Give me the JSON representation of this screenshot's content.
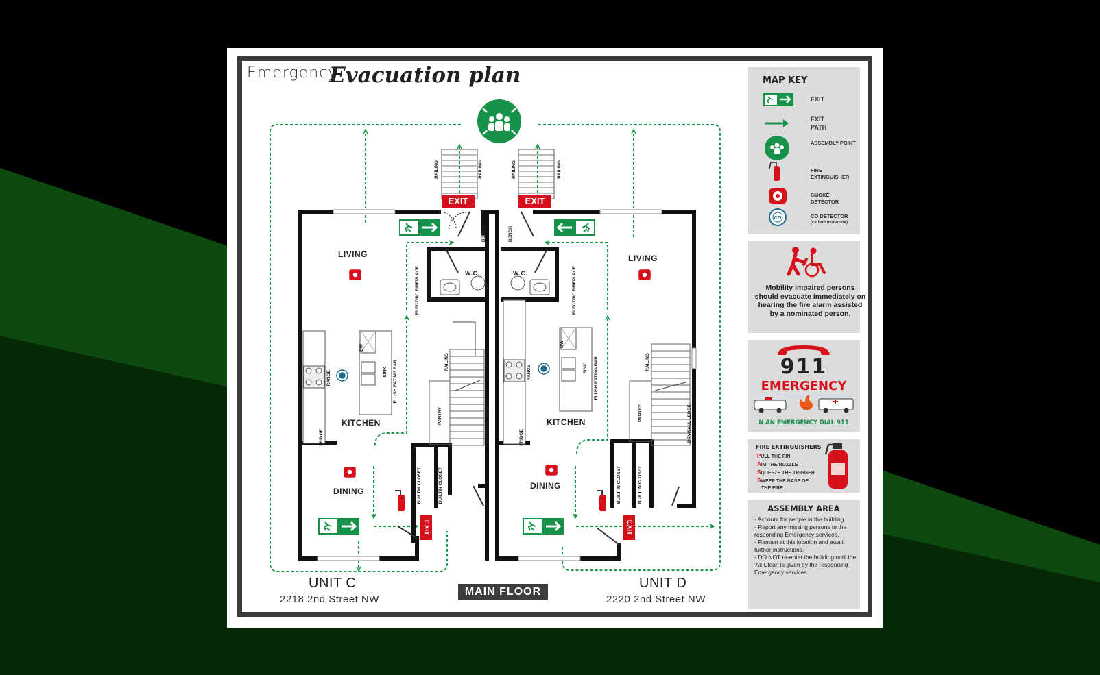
{
  "title": {
    "part1": "Emergency",
    "part2": "Evacuation plan"
  },
  "units": [
    {
      "name": "UNIT C",
      "address": "2218 2nd Street NW"
    },
    {
      "name": "UNIT D",
      "address": "2220 2nd Street NW"
    }
  ],
  "floor_label": "MAIN FLOOR",
  "rooms": {
    "living": "LIVING",
    "kitchen": "KITCHEN",
    "dining": "DINING",
    "wc": "W.C."
  },
  "fixtures": {
    "railing": "RAILING",
    "bench": "BENCH",
    "electric_fireplace": "ELECTRIC FIREPLACE",
    "flush_eating_bar": "FLUSH EATING BAR",
    "range": "RANGE",
    "fridge": "FRIDGE",
    "sink": "SINK",
    "dw": "DW",
    "pantry": "PANTRY",
    "drywall_ledge": "DRYWALL LEDGE",
    "builtin_closet": "BUILTIN CLOSET",
    "built_in_closet": "BUILT IN CLOSET"
  },
  "exit_sign": "EXIT",
  "map_key": {
    "title": "MAP KEY",
    "items": [
      {
        "icon": "exit-sign-icon",
        "label": "EXIT"
      },
      {
        "icon": "arrow-right-icon",
        "label": "EXIT PATH"
      },
      {
        "icon": "assembly-point-icon",
        "label": "ASSEMBLY POINT"
      },
      {
        "icon": "fire-extinguisher-icon",
        "label": "FIRE EXTINGUISHER"
      },
      {
        "icon": "smoke-detector-icon",
        "label": "SMOKE DETECTOR"
      },
      {
        "icon": "co-detector-icon",
        "label": "CO DETECTOR",
        "sublabel": "(carbon monoxide)"
      }
    ]
  },
  "co_icon_text": "CO",
  "mobility": {
    "text": "Mobility impaired persons should evacuate immediately on hearing the fire alarm assisted by a nominated person."
  },
  "emergency": {
    "number": "911",
    "word": "EMERGENCY",
    "note": "N AN EMERGENCY DIAL 911"
  },
  "fire_extinguishers": {
    "title": "FIRE EXTINGUISHERS",
    "steps": [
      {
        "initial": "P",
        "rest": "ULL THE PIN"
      },
      {
        "initial": "A",
        "rest": "IM THE NOZZLE"
      },
      {
        "initial": "S",
        "rest": "QUEEZE THE TRIGGER"
      },
      {
        "initial": "S",
        "rest": "WEEP THE BASE OF"
      },
      {
        "initial": "",
        "rest": "THE FIRE"
      }
    ]
  },
  "assembly_area": {
    "title": "ASSEMBLY AREA",
    "items": [
      "- Account for people in the building.",
      "- Report any missing persons to the responding Emergency services.",
      "- Remain at this location and await further instructions.",
      "- DO NOT re-enter the building until the 'All Clear' is given by the responding Emergency services."
    ]
  },
  "colors": {
    "exit_green": "#16924a",
    "exit_red": "#d7111b",
    "wall": "#111111",
    "path": "#1b9a4a",
    "panel": "#dcdcdc"
  }
}
